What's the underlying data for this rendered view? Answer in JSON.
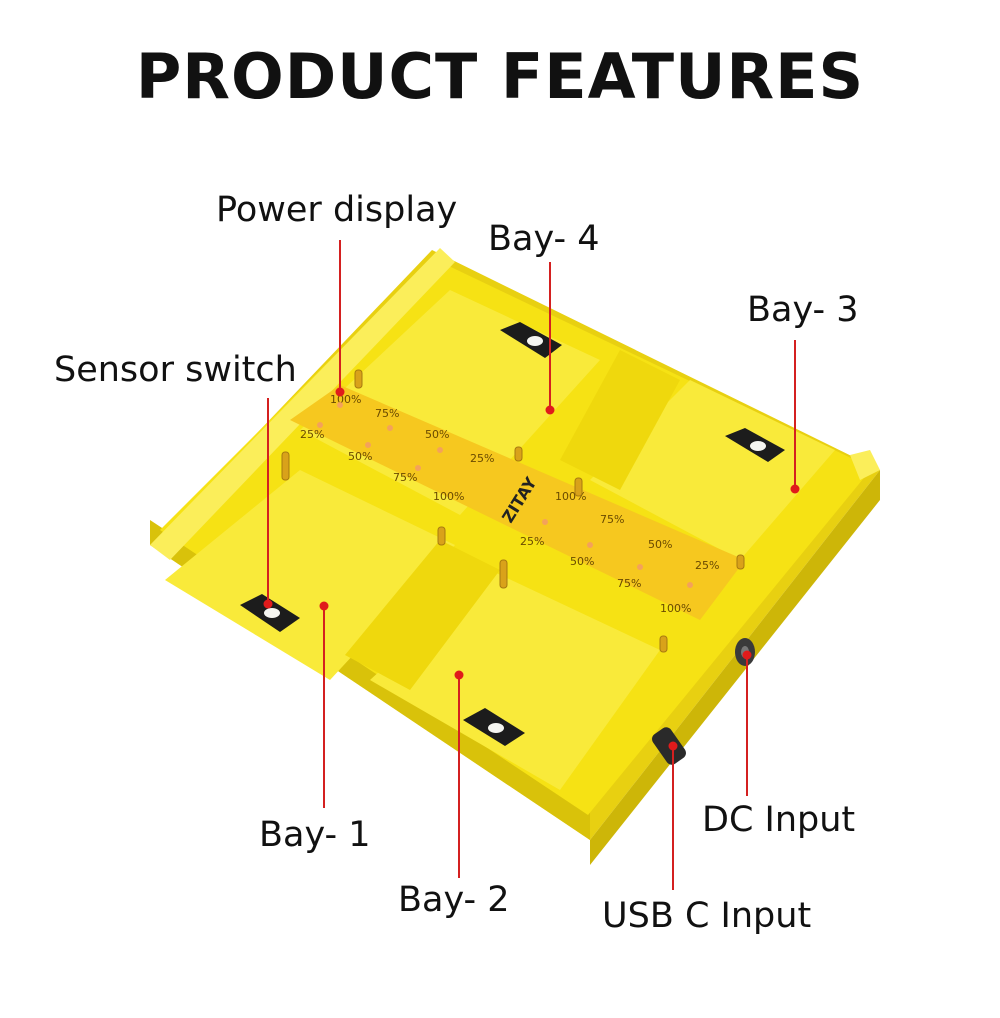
{
  "title": "PRODUCT FEATURES",
  "callouts": {
    "power_display": "Power display",
    "bay4": "Bay- 4",
    "bay3": "Bay- 3",
    "sensor_switch": "Sensor switch",
    "bay1": "Bay- 1",
    "bay2": "Bay- 2",
    "dc_input": "DC Input",
    "usb_c_input": "USB C Input"
  },
  "device": {
    "brand": "ZITAY",
    "level_marks_left": [
      "100%",
      "75%",
      "50%",
      "25%"
    ],
    "level_marks_right": [
      "25%",
      "50%",
      "75%",
      "100%"
    ]
  },
  "colors": {
    "body": "#f6e214",
    "body_shadow": "#d9c20a",
    "display_panel": "#f6c81f",
    "callout_line": "#d42020",
    "callout_dot": "#e01b1b"
  }
}
